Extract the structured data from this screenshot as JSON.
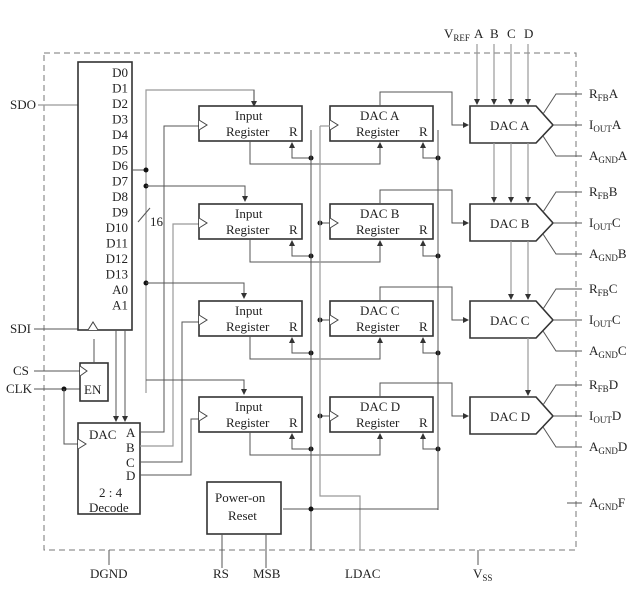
{
  "title": "Quad DAC functional block diagram",
  "shift_register": {
    "bits": [
      "D0",
      "D1",
      "D2",
      "D3",
      "D4",
      "D5",
      "D6",
      "D7",
      "D8",
      "D9",
      "D10",
      "D11",
      "D12",
      "D13",
      "A0",
      "A1"
    ],
    "bus_width": "16"
  },
  "enable_block": {
    "label": "EN"
  },
  "decoder": {
    "title": "DAC",
    "outputs": [
      "A",
      "B",
      "C",
      "D"
    ],
    "ratio": "2 : 4",
    "label": "Decode"
  },
  "input_registers": [
    {
      "line1": "Input",
      "line2": "Register",
      "reset": "R"
    },
    {
      "line1": "Input",
      "line2": "Register",
      "reset": "R"
    },
    {
      "line1": "Input",
      "line2": "Register",
      "reset": "R"
    },
    {
      "line1": "Input",
      "line2": "Register",
      "reset": "R"
    }
  ],
  "dac_registers": [
    {
      "line1": "DAC A",
      "line2": "Register",
      "reset": "R"
    },
    {
      "line1": "DAC B",
      "line2": "Register",
      "reset": "R"
    },
    {
      "line1": "DAC C",
      "line2": "Register",
      "reset": "R"
    },
    {
      "line1": "DAC D",
      "line2": "Register",
      "reset": "R"
    }
  ],
  "dacs": [
    {
      "label": "DAC A"
    },
    {
      "label": "DAC B"
    },
    {
      "label": "DAC C"
    },
    {
      "label": "DAC D"
    }
  ],
  "power_on_reset": {
    "line1": "Power-on",
    "line2": "Reset"
  },
  "pins_left": {
    "sdo": "SDO",
    "sdi": "SDI",
    "cs": "CS",
    "clk": "CLK"
  },
  "pins_bottom": {
    "dgnd": "DGND",
    "rs": "RS",
    "msb": "MSB",
    "ldac": "LDAC",
    "vss_main": "V",
    "vss_sub": "SS"
  },
  "pins_top": {
    "vref_main": "V",
    "vref_sub": "REF",
    "a": "A",
    "b": "B",
    "c": "C",
    "d": "D"
  },
  "pins_right": [
    {
      "main": "R",
      "sub": "FB",
      "suffix": "A"
    },
    {
      "main": "I",
      "sub": "OUT",
      "suffix": "A"
    },
    {
      "main": "A",
      "sub": "GND",
      "suffix": "A"
    },
    {
      "main": "R",
      "sub": "FB",
      "suffix": "B"
    },
    {
      "main": "I",
      "sub": "OUT",
      "suffix": "C"
    },
    {
      "main": "A",
      "sub": "GND",
      "suffix": "B"
    },
    {
      "main": "R",
      "sub": "FB",
      "suffix": "C"
    },
    {
      "main": "I",
      "sub": "OUT",
      "suffix": "C"
    },
    {
      "main": "A",
      "sub": "GND",
      "suffix": "C"
    },
    {
      "main": "R",
      "sub": "FB",
      "suffix": "D"
    },
    {
      "main": "I",
      "sub": "OUT",
      "suffix": "D"
    },
    {
      "main": "A",
      "sub": "GND",
      "suffix": "D"
    },
    {
      "main": "A",
      "sub": "GND",
      "suffix": "F"
    }
  ]
}
